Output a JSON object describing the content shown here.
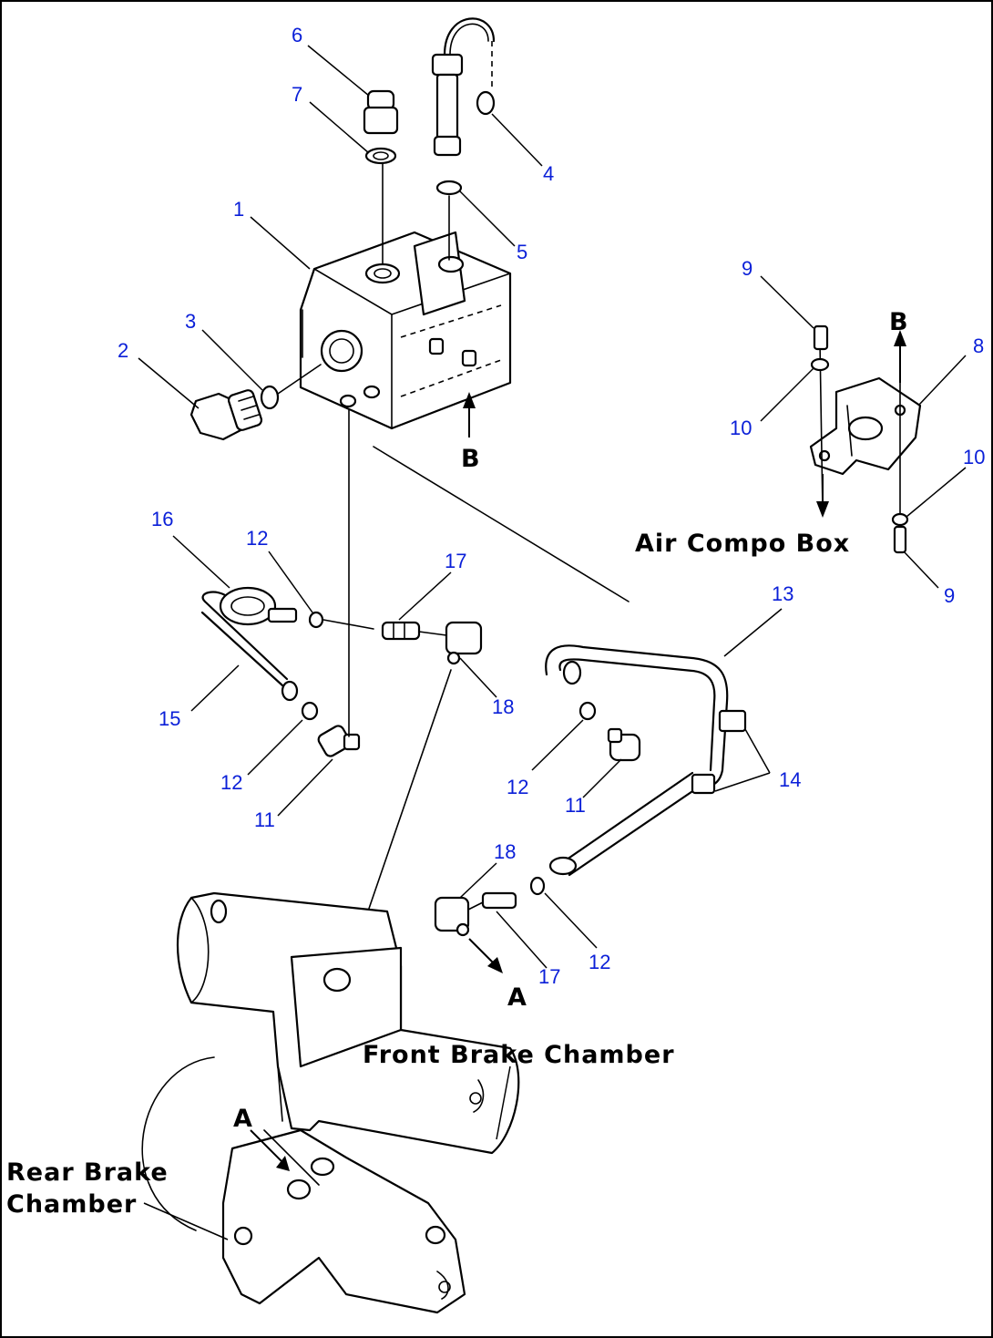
{
  "callouts": {
    "c1": "1",
    "c2": "2",
    "c3": "3",
    "c4": "4",
    "c5": "5",
    "c6": "6",
    "c7": "7",
    "c8": "8",
    "c9a": "9",
    "c9b": "9",
    "c10a": "10",
    "c10b": "10",
    "c11a": "11",
    "c11b": "11",
    "c12a": "12",
    "c12b": "12",
    "c12c": "12",
    "c12d": "12",
    "c13": "13",
    "c14": "14",
    "c15": "15",
    "c16": "16",
    "c17a": "17",
    "c17b": "17",
    "c18a": "18",
    "c18b": "18"
  },
  "labels": {
    "air_compo_box": "Air Compo Box",
    "front_brake_chamber": "Front Brake Chamber",
    "rear_brake_chamber_1": "Rear Brake",
    "rear_brake_chamber_2": "Chamber"
  },
  "view_marks": {
    "b_tank": "B",
    "b_bracket": "B",
    "a_fitting": "A",
    "a_rear": "A"
  },
  "colors": {
    "callout_text": "#0a1fd8",
    "line_art": "#000000"
  }
}
